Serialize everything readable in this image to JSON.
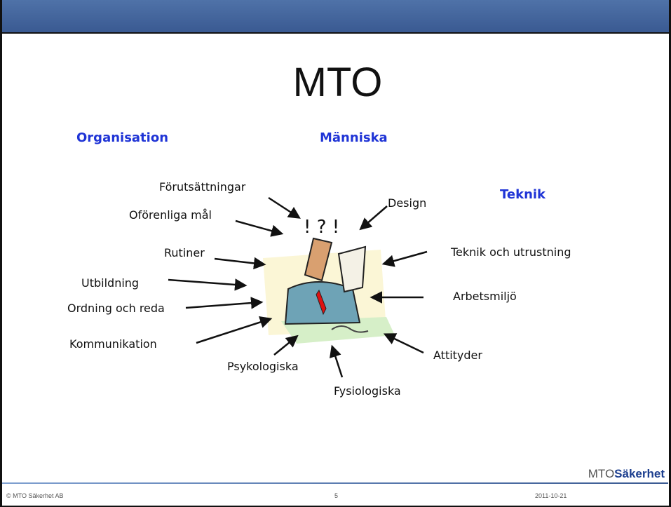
{
  "title": "MTO",
  "headings": {
    "organisation": "Organisation",
    "manniska": "Människa",
    "teknik": "Teknik"
  },
  "labels": {
    "forutsattningar": "Förutsättningar",
    "oforenliga": "Oförenliga mål",
    "rutiner": "Rutiner",
    "utbildning": "Utbildning",
    "ordning": "Ordning och reda",
    "kommunikation": "Kommunikation",
    "psykologiska": "Psykologiska",
    "fysiologiska": "Fysiologiska",
    "attityder": "Attityder",
    "arbetsmiljo": "Arbetsmiljö",
    "teknik_utrustning": "Teknik och utrustning",
    "design": "Design"
  },
  "footer": {
    "copyright": "© MTO Säkerhet AB",
    "page": "5",
    "date": "2011-10-21"
  },
  "logo": {
    "prefix": "MTO",
    "bold": "Säkerhet"
  },
  "colors": {
    "accent": "#1f34d6",
    "bar": "#3a5a92"
  }
}
